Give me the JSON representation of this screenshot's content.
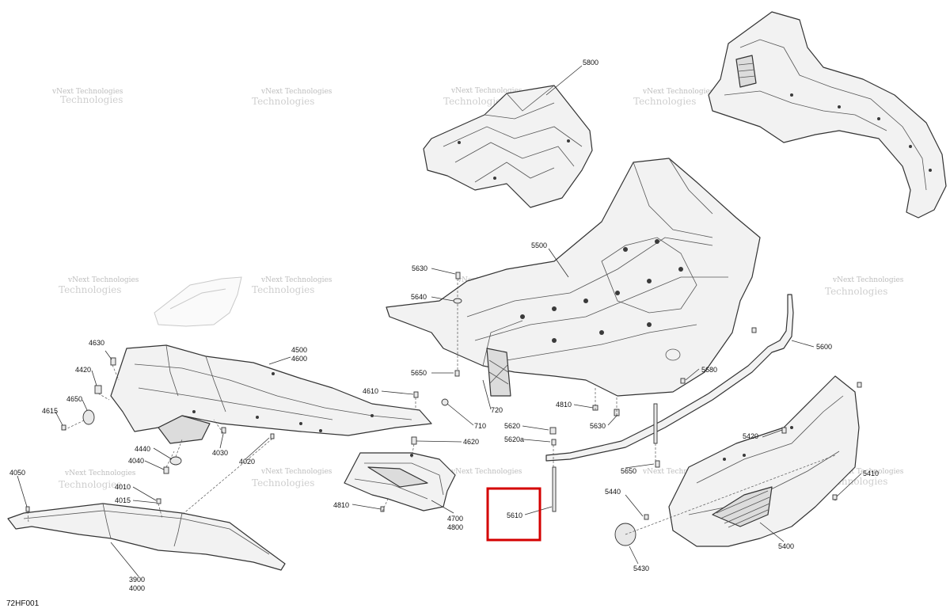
{
  "diagram_code": "72HF001",
  "watermark": {
    "line1": "vNext Technologies",
    "line2": "vNext",
    "line3": "Technologies"
  },
  "callouts": {
    "c5800": "5800",
    "c5500": "5500",
    "c5630a": "5630",
    "c5640": "5640",
    "c5650a": "5650",
    "c710": "710",
    "c720": "720",
    "c4810a": "4810",
    "c5680": "5680",
    "c5600": "5600",
    "c5630b": "5630",
    "c5620": "5620",
    "c5620a": "5620a",
    "c5650b": "5650",
    "c5420": "5420",
    "c5410": "5410",
    "c5440": "5440",
    "c5400": "5400",
    "c5430": "5430",
    "c5610": "5610",
    "c4630": "4630",
    "c4500": "4500",
    "c4600": "4600",
    "c4420": "4420",
    "c4610": "4610",
    "c4650": "4650",
    "c4615": "4615",
    "c4620": "4620",
    "c4440": "4440",
    "c4030": "4030",
    "c4040": "4040",
    "c4020": "4020",
    "c4050": "4050",
    "c4010": "4010",
    "c4015": "4015",
    "c4810b": "4810",
    "c4700": "4700",
    "c4800": "4800",
    "c3900": "3900",
    "c4000": "4000"
  },
  "highlight_color": "#d40000"
}
